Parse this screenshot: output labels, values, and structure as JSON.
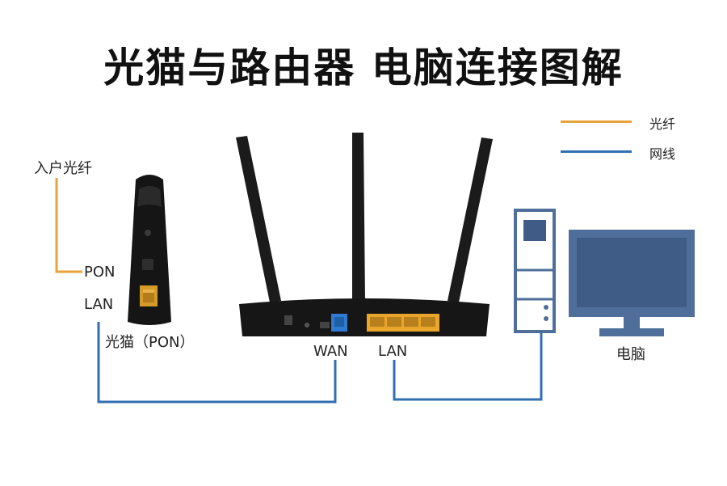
{
  "title": "光猫与路由器 电脑连接图解",
  "legend": {
    "fiber": {
      "label": "光纤",
      "color": "#E8A33A"
    },
    "network": {
      "label": "网线",
      "color": "#2F6FB2"
    }
  },
  "labels": {
    "incoming_fiber": "入户光纤",
    "pon_port": "PON",
    "lan_port_modem": "LAN",
    "modem_name": "光猫（PON）",
    "router_wan": "WAN",
    "router_lan": "LAN",
    "computer": "电脑"
  },
  "colors": {
    "device_black": "#151515",
    "router_wan_port": "#2E7BD1",
    "router_lan_ports": "#E9A62A",
    "pc_blue": "#3E5C86",
    "pc_frame": "#4F6F9A"
  },
  "icons": [
    "optical-modem-icon",
    "router-icon",
    "pc-tower-icon",
    "monitor-icon"
  ]
}
